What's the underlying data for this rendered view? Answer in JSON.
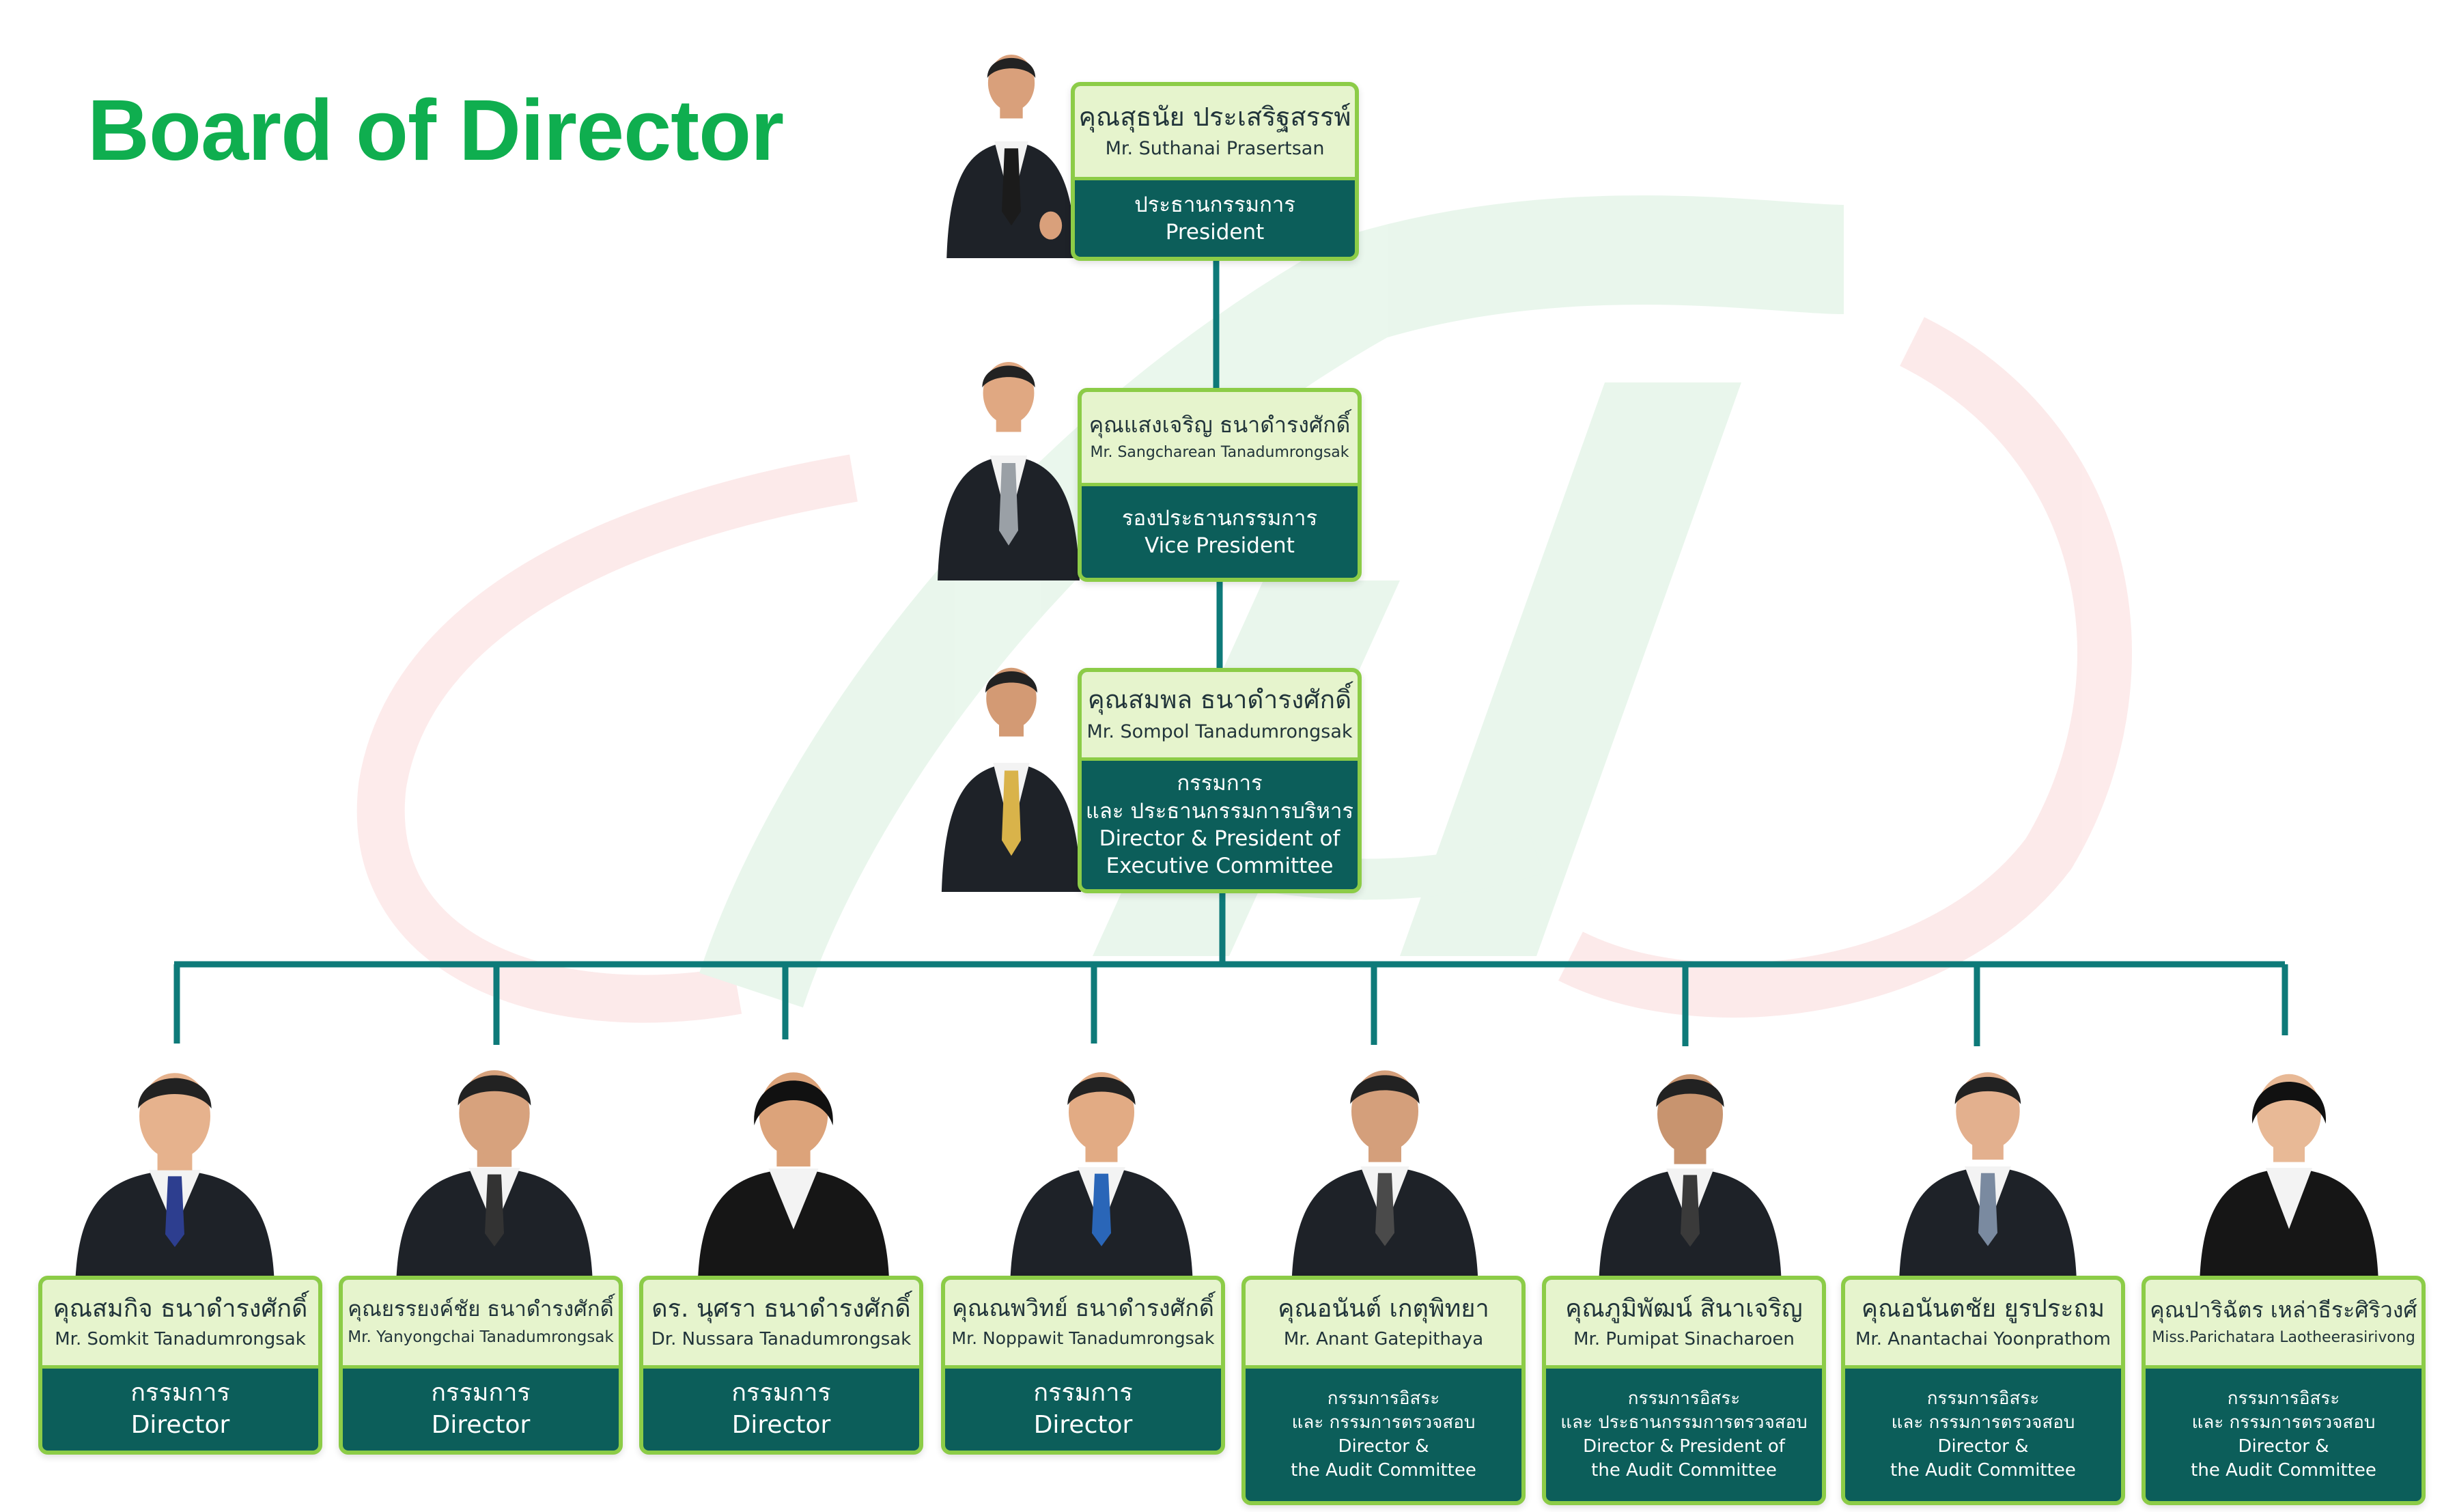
{
  "title": "Board of Director",
  "colors": {
    "title": "#0fae4f",
    "card_top": "#e6f4cd",
    "card_bottom": "#0c5e5a",
    "card_border": "#8ccc47",
    "connector": "#0e7a79"
  },
  "top": [
    {
      "name_th": "คุณสุธนัย ประเสริฐสรรพ์",
      "name_en": "Mr. Suthanai Prasertsan",
      "role": [
        "ประธานกรรมการ",
        "President"
      ]
    },
    {
      "name_th": "คุณแสงเจริญ ธนาดำรงศักดิ์",
      "name_en": "Mr. Sangcharean Tanadumrongsak",
      "role": [
        "รองประธานกรรมการ",
        "Vice President"
      ]
    },
    {
      "name_th": "คุณสมพล ธนาดำรงศักดิ์",
      "name_en": "Mr. Sompol Tanadumrongsak",
      "role": [
        "กรรมการ",
        "และ ประธานกรรมการบริหาร",
        "Director & President of",
        "Executive Committee"
      ]
    }
  ],
  "directors": [
    {
      "name_th": "คุณสมกิจ ธนาดำรงศักดิ์",
      "name_en": "Mr. Somkit Tanadumrongsak",
      "role": [
        "กรรมการ",
        "Director"
      ]
    },
    {
      "name_th": "คุณยรรยงค์ชัย ธนาดำรงศักดิ์",
      "name_en": "Mr. Yanyongchai Tanadumrongsak",
      "role": [
        "กรรมการ",
        "Director"
      ]
    },
    {
      "name_th": "ดร. นุศรา ธนาดำรงศักดิ์",
      "name_en": "Dr. Nussara Tanadumrongsak",
      "role": [
        "กรรมการ",
        "Director"
      ]
    },
    {
      "name_th": "คุณณพวิทย์ ธนาดำรงศักดิ์",
      "name_en": "Mr. Noppawit Tanadumrongsak",
      "role": [
        "กรรมการ",
        "Director"
      ]
    },
    {
      "name_th": "คุณอนันต์ เกตุพิทยา",
      "name_en": "Mr. Anant Gatepithaya",
      "role": [
        "กรรมการอิสระ",
        "และ กรรมการตรวจสอบ",
        "Director &",
        "the Audit Committee"
      ]
    },
    {
      "name_th": "คุณภูมิพัฒน์ สินาเจริญ",
      "name_en": "Mr. Pumipat Sinacharoen",
      "role": [
        "กรรมการอิสระ",
        "และ ประธานกรรมการตรวจสอบ",
        "Director & President of",
        "the Audit Committee"
      ]
    },
    {
      "name_th": "คุณอนันตชัย ยูรประถม",
      "name_en": "Mr. Anantachai Yoonprathom",
      "role": [
        "กรรมการอิสระ",
        "และ กรรมการตรวจสอบ",
        "Director &",
        "the Audit Committee"
      ]
    },
    {
      "name_th": "คุณปาริฉัตร เหล่าธีระศิริวงศ์",
      "name_en": "Miss.Parichatara Laotheerasirivong",
      "role": [
        "กรรมการอิสระ",
        "และ กรรมการตรวจสอบ",
        "Director &",
        "the Audit Committee"
      ]
    }
  ]
}
